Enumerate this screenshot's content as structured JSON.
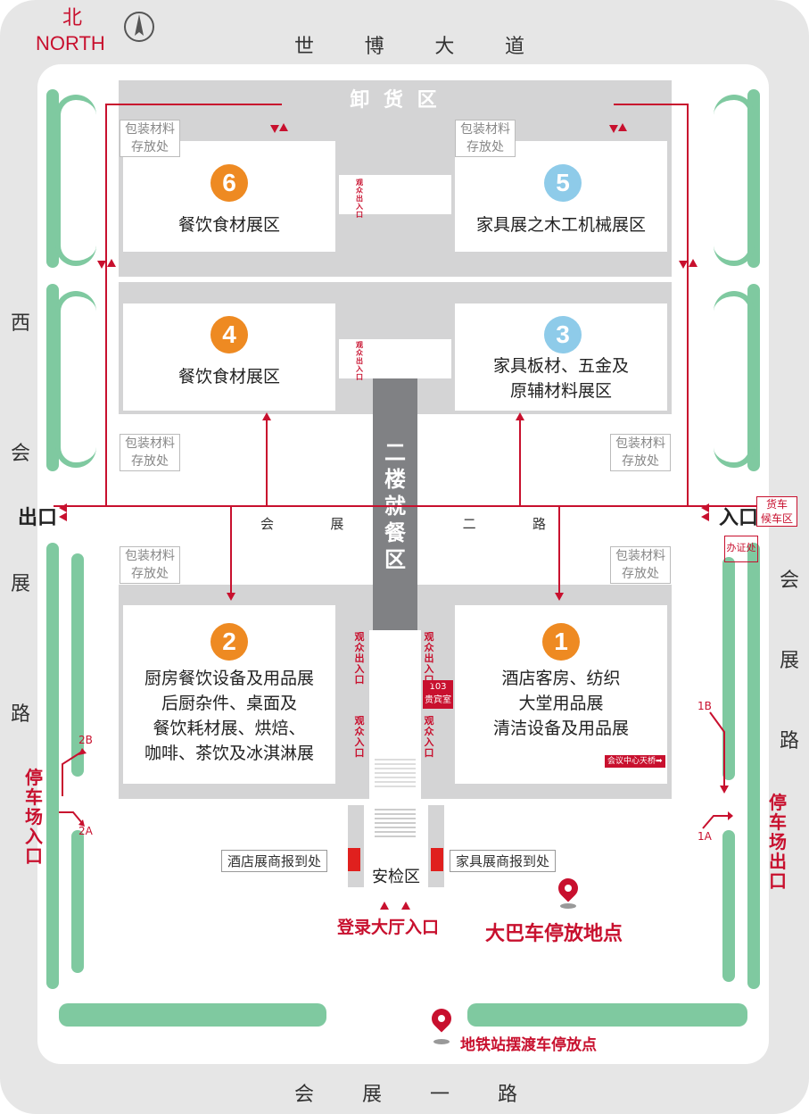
{
  "compass": {
    "north_cn": "北",
    "north_en": "NORTH"
  },
  "roads": {
    "top": [
      "世",
      "博",
      "大",
      "道"
    ],
    "bottom": [
      "会",
      "展",
      "一",
      "路"
    ],
    "left": [
      "西",
      "会",
      "展",
      "路"
    ],
    "right": [
      "会",
      "展",
      "路"
    ],
    "middle": [
      "会",
      "展",
      "二",
      "路"
    ]
  },
  "unloading": "卸  货  区",
  "dining": "二楼就餐区",
  "halls": [
    {
      "num": "6",
      "label": "餐饮食材展区",
      "color": "#ee8a22"
    },
    {
      "num": "5",
      "label": "家具展之木工机械展区",
      "color": "#8ecbe9"
    },
    {
      "num": "4",
      "label": "餐饮食材展区",
      "color": "#ee8a22"
    },
    {
      "num": "3",
      "label": "家具板材、五金及\n原辅材料展区",
      "color": "#8ecbe9"
    },
    {
      "num": "2",
      "label": "厨房餐饮设备及用品展\n后厨杂件、桌面及\n餐饮耗材展、烘焙、\n咖啡、茶饮及冰淇淋展",
      "color": "#ee8a22"
    },
    {
      "num": "1",
      "label": "酒店客房、纺织\n大堂用品展\n清洁设备及用品展",
      "color": "#ee8a22"
    }
  ],
  "packaging": "包装材料\n存放处",
  "corridor_labels": {
    "small": "观众出入口",
    "large_top": "观众出入口",
    "large_bottom": "观众入口"
  },
  "vip": {
    "num": "103",
    "label": "贵宾室"
  },
  "bridge": "会议中心天桥➡",
  "exit": "出口",
  "entrance": "入口",
  "truck_wait": "货车\n候车区",
  "permit": "办证处",
  "parking_in": "停车场入口",
  "parking_out": "停车场出口",
  "gates": [
    "2B",
    "2A",
    "1B",
    "1A"
  ],
  "registration_left": "酒店展商报到处",
  "registration_right": "家具展商报到处",
  "security": "安检区",
  "lobby_entrance": "登录大厅入口",
  "bus_parking": "大巴车停放地点",
  "metro_shuttle": "地铁站摆渡车停放点"
}
